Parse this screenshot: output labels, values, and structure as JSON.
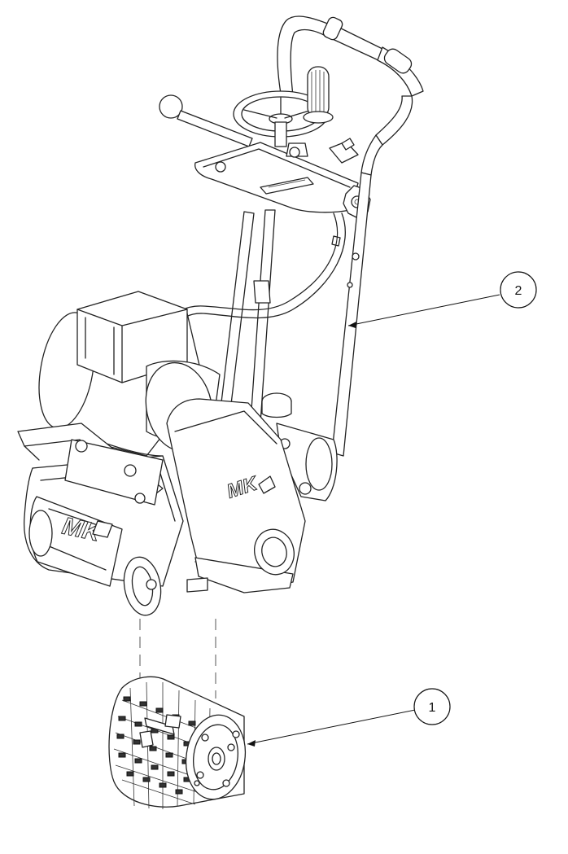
{
  "callouts": [
    {
      "id": "1",
      "label": "1"
    },
    {
      "id": "2",
      "label": "2"
    }
  ],
  "branding": {
    "logo_text_housing": "MK",
    "logo_text_drum": "MK"
  }
}
